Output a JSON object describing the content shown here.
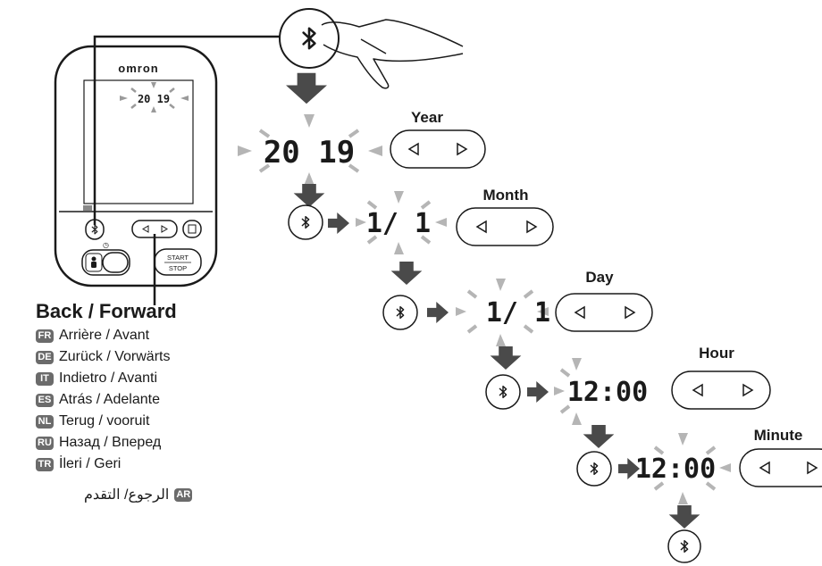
{
  "device": {
    "brand": "omron",
    "display_year": "20 19",
    "start_label": "START",
    "stop_label": "STOP"
  },
  "steps": [
    {
      "key": "year",
      "label": "Year",
      "display": "20 19"
    },
    {
      "key": "month",
      "label": "Month",
      "display": "1/  1"
    },
    {
      "key": "day",
      "label": "Day",
      "display": "1/  1"
    },
    {
      "key": "hour",
      "label": "Hour",
      "display": "12:00"
    },
    {
      "key": "minute",
      "label": "Minute",
      "display": "12:00"
    }
  ],
  "legend": {
    "title": "Back / Forward",
    "items": [
      {
        "code": "FR",
        "text": "Arrière / Avant"
      },
      {
        "code": "DE",
        "text": "Zurück / Vorwärts"
      },
      {
        "code": "IT",
        "text": "Indietro / Avanti"
      },
      {
        "code": "ES",
        "text": "Atrás / Adelante"
      },
      {
        "code": "NL",
        "text": "Terug / vooruit"
      },
      {
        "code": "RU",
        "text": "Назад / Вперед"
      },
      {
        "code": "TR",
        "text": "İleri / Geri"
      }
    ],
    "arabic": {
      "code": "AR",
      "text": "الرجوع/ التقدم"
    }
  },
  "icons": {
    "bluetooth": "bluetooth-icon",
    "back": "triangle-left-icon",
    "forward": "triangle-right-icon",
    "down_arrow": "down-arrow-icon",
    "right_arrow": "right-arrow-icon",
    "hand": "hand-pressing-icon"
  },
  "colors": {
    "ink": "#1a1a1a",
    "arrow": "#4a4a4a",
    "blink": "#b5b5b5",
    "badge": "#6b6b6b"
  }
}
